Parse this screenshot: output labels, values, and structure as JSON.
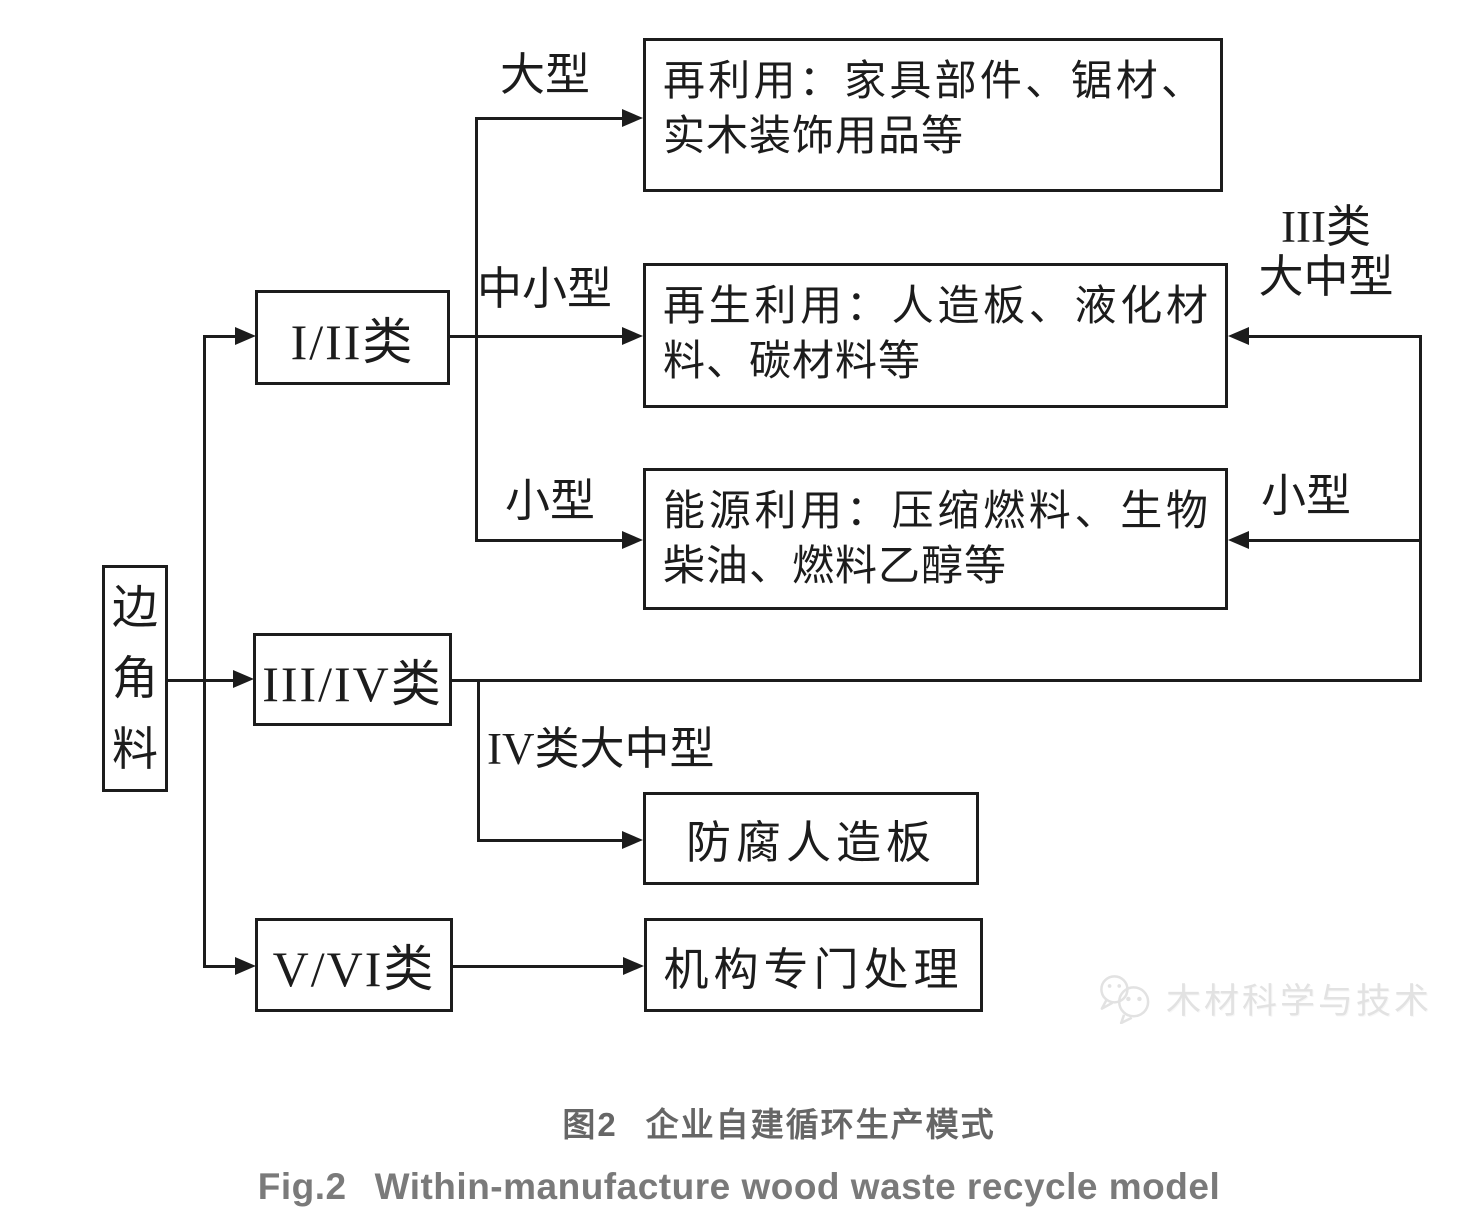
{
  "figure": {
    "caption_zh": {
      "prefix": "图2",
      "title": "企业自建循环生产模式"
    },
    "caption_en": {
      "prefix": "Fig.2",
      "title": "Within-manufacture wood waste recycle model"
    }
  },
  "flowchart": {
    "source": {
      "label": "边角料"
    },
    "categories": [
      {
        "label": "I/II类"
      },
      {
        "label": "III/IV类"
      },
      {
        "label": "V/VI类"
      }
    ],
    "outputs": [
      {
        "name": "reuse",
        "text": "再利用：家具部件、锯材、实木装饰用品等"
      },
      {
        "name": "recycling",
        "text": "再生利用：人造板、液化材料、碳材料等"
      },
      {
        "name": "energy",
        "text": "能源利用：压缩燃料、生物柴油、燃料乙醇等"
      },
      {
        "name": "preserved-panel",
        "text": "防腐人造板"
      },
      {
        "name": "institution",
        "text": "机构专门处理"
      }
    ],
    "edge_labels": {
      "large": "大型",
      "medium_small": "中小型",
      "small_left": "小型",
      "class3_line1": "III类",
      "class3_line2": "大中型",
      "small_right": "小型",
      "class4_large_medium": "IV类大中型"
    }
  },
  "watermark": {
    "text": "木材科学与技术",
    "logo": "wechat-logo"
  },
  "colors": {
    "ink": "#1c1c1c",
    "caption_zh": "#666666",
    "caption_en": "#7a7a7a",
    "watermark": "#e2e2e2",
    "background": "#ffffff"
  }
}
